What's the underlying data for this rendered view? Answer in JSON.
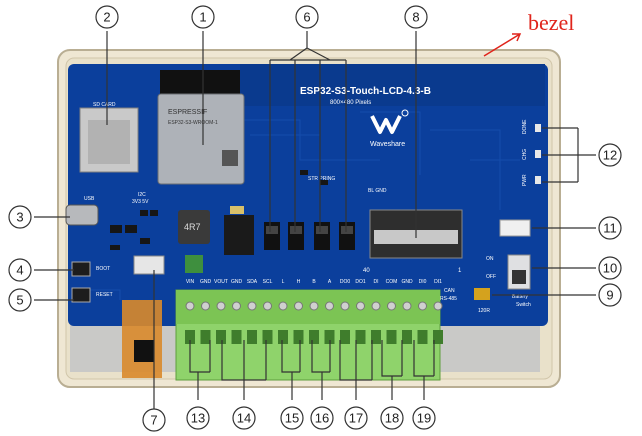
{
  "annotation": {
    "label": "bezel",
    "color": "#e0241b"
  },
  "board": {
    "title": "ESP32-S3-Touch-LCD-4.3-B",
    "resolution": "800×480 Pixels",
    "brand": "Waveshare",
    "module_line1": "ESPRESSIF",
    "module_line2": "ESP32-S3-WROOM-1",
    "sd_label": "SD CARD",
    "usb_label": "USB",
    "i2c_label": "I2C",
    "volt_label": "3V3  5V",
    "boot_label": "BOOT",
    "reset_label": "RESET",
    "inductor_label": "4R7",
    "bl_gnd_label": "BL GND",
    "str_label": "STR  PRING",
    "can_label": "CAN",
    "rs485_label": "RS-485",
    "r120_label": "120R",
    "on_label": "ON",
    "off_label": "OFF",
    "battery_label": "Battery",
    "switch_label": "Switch",
    "done_label": "DONE",
    "chg_label": "CHG",
    "pwr_label": "PWR",
    "pin_40": "40",
    "pin_1": "1",
    "terminal_labels": [
      "VIN",
      "GND",
      "VOUT",
      "GND",
      "SDA",
      "SCL",
      "L",
      "H",
      "B",
      "A",
      "DO0",
      "DO1",
      "DI",
      "COM",
      "GND",
      "DI0",
      "DI1"
    ]
  },
  "callouts": [
    "1",
    "2",
    "3",
    "4",
    "5",
    "6",
    "7",
    "8",
    "9",
    "10",
    "11",
    "12",
    "13",
    "14",
    "15",
    "16",
    "17",
    "18",
    "19"
  ],
  "colors": {
    "bezel": "#efe7d3",
    "pcb": "#0b3f9c",
    "pcb_dark": "#082f7a",
    "terminal": "#8fd36b",
    "callout_stroke": "#333333"
  }
}
